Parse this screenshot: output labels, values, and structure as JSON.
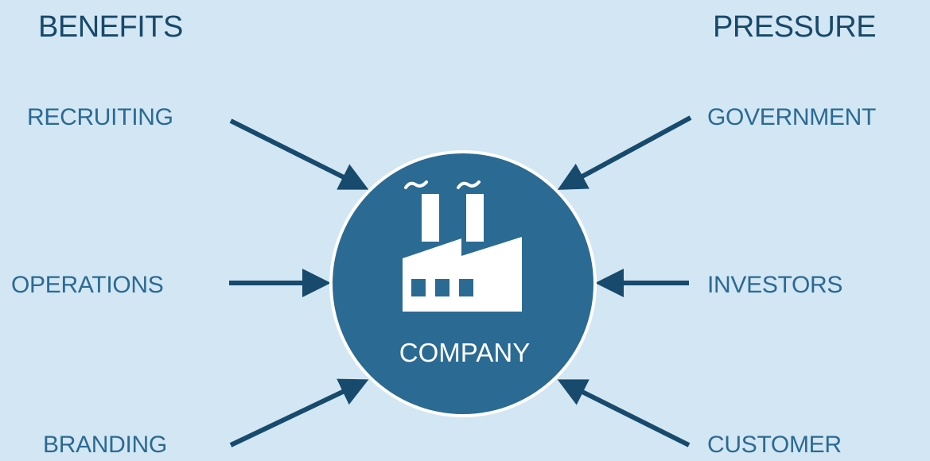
{
  "headings": {
    "benefits": "BENEFITS",
    "pressure": "PRESSURE"
  },
  "benefits": [
    "RECRUITING",
    "OPERATIONS",
    "BRANDING"
  ],
  "pressures": [
    "GOVERNMENT",
    "INVESTORS",
    "CUSTOMER"
  ],
  "center": {
    "label": "COMPANY",
    "icon": "factory-icon"
  },
  "colors": {
    "background": "#d3e6f3",
    "circle": "#2a6a93",
    "arrow": "#174a6c",
    "heading": "#17496a",
    "label": "#2a6a93"
  }
}
